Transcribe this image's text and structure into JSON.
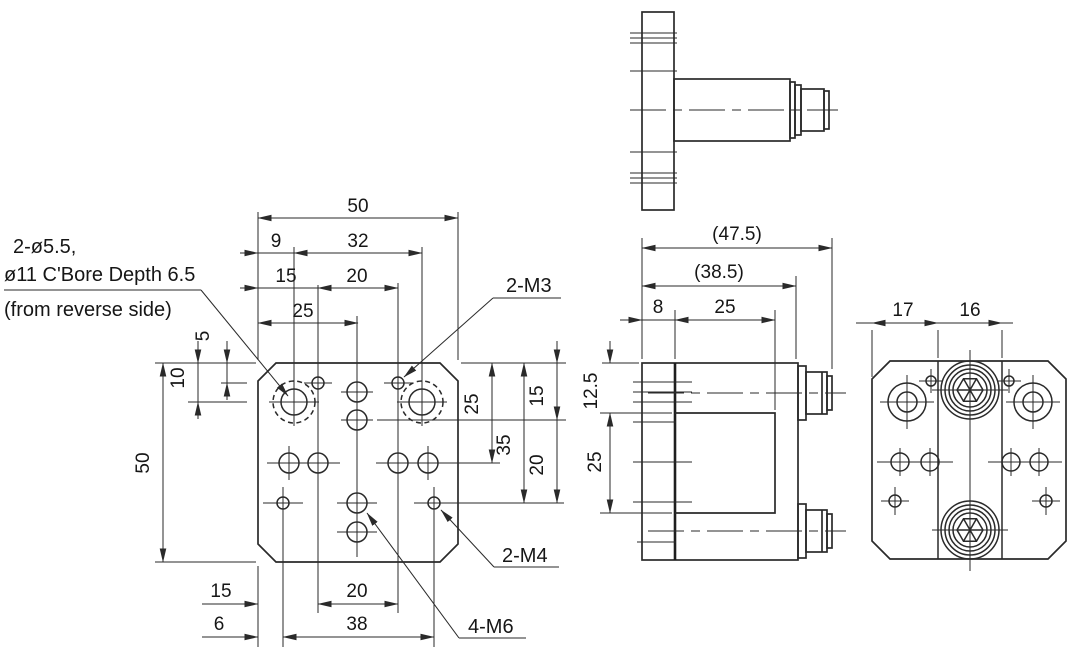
{
  "drawing": {
    "background": "#ffffff",
    "line_color": "#2a2a2a",
    "views": {
      "front": {
        "dims": {
          "top_width": "50",
          "top_cbore_offset": "9",
          "top_cbore_span": "32",
          "top_m3_offset": "15",
          "top_m3_span": "20",
          "top_center_offset": "25",
          "left_m3_depth": "5",
          "left_cbore_depth": "10",
          "left_height": "50",
          "right_mid_row": "25",
          "right_bottom_row": "35",
          "right_upper": "15",
          "right_lower": "20",
          "bottom_edge_offset": "15",
          "bottom_mid_span": "20",
          "bottom_m6_offset": "6",
          "bottom_m6_span": "38"
        },
        "callouts": {
          "cbore_line1": "2-ø5.5,",
          "cbore_line2": "ø11 C'Bore Depth 6.5",
          "cbore_line3": "(from reverse side)",
          "m3": "2-M3",
          "m4": "2-M4",
          "m6": "4-M6"
        }
      },
      "side": {
        "dims": {
          "overall_width": "(47.5)",
          "body_width": "(38.5)",
          "plate_thickness": "8",
          "recess_width": "25",
          "top_arm": "12.5",
          "recess_height": "25"
        }
      },
      "rear": {
        "dims": {
          "edge_to_channel": "17",
          "channel_width": "16"
        }
      }
    }
  }
}
